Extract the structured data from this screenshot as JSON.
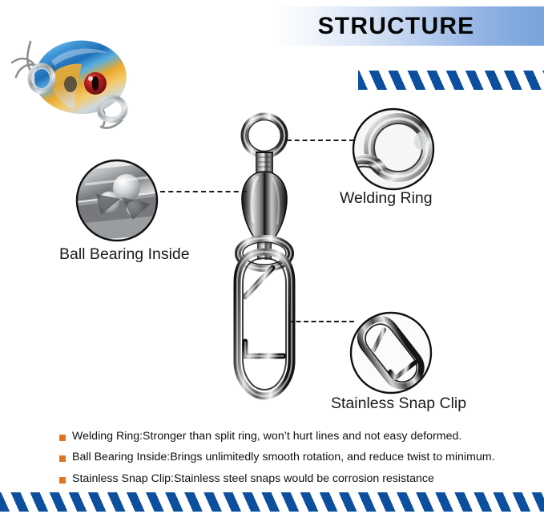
{
  "header": {
    "title": "STRUCTURE",
    "banner_gradient_start": "#ffffff",
    "banner_gradient_end": "#79a4dc"
  },
  "theme": {
    "stripe_blue": "#0b4f9e",
    "bullet_orange": "#e2731f",
    "text_color": "#1a1a1a",
    "background": "#ffffff"
  },
  "product": {
    "name": "ball-bearing-swivel-with-snap-clip",
    "parts": [
      "welded-ring-top",
      "ball-bearing-body",
      "welded-ring-bottom",
      "stainless-snap-clip"
    ]
  },
  "lure": {
    "name": "crankbait-fishing-lure",
    "body_top_color": "#2f7fc4",
    "body_belly_color": "#e8a32a",
    "eye_color": "#b01d1d"
  },
  "callouts": [
    {
      "id": "ball-bearing-inside",
      "label": "Ball Bearing Inside",
      "photo": "ball-bearing-cutaway-photo"
    },
    {
      "id": "welding-ring",
      "label": "Welding Ring",
      "photo": "welded-ring-closeup-photo"
    },
    {
      "id": "stainless-snap-clip",
      "label": "Stainless Snap Clip",
      "photo": "snap-clip-closeup-photo"
    }
  ],
  "bullets": [
    {
      "text": "Welding Ring:Stronger than split ring, won’t hurt lines and not easy deformed."
    },
    {
      "text": "Ball Bearing Inside:Brings unlimitedly smooth rotation, and reduce twist to minimum."
    },
    {
      "text": "Stainless Snap Clip:Stainless steel snaps would be corrosion resistance"
    }
  ]
}
